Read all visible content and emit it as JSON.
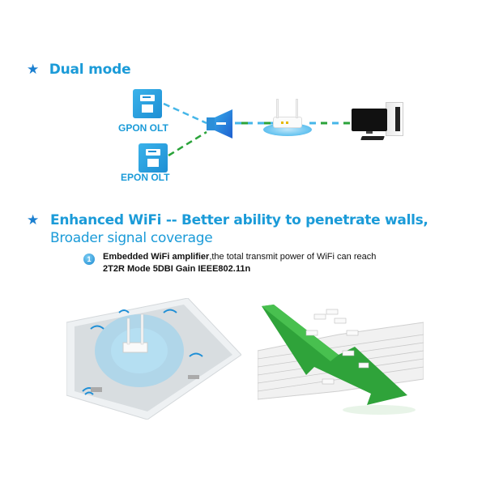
{
  "section_dual_mode": {
    "star": "★",
    "title": "Dual mode",
    "gpon_label": "GPON OLT",
    "epon_label": "EPON OLT",
    "colors": {
      "accent": "#1b9bd8",
      "line_blue": "#45b6e8",
      "line_green": "#2aa33a"
    }
  },
  "section_wifi": {
    "star": "★",
    "title_line1": "Enhanced WiFi -- Better ability to penetrate walls,",
    "title_line2": "Broader signal coverage",
    "bullet_number": "1",
    "feature_bold": "Embedded WiFi amplifier",
    "feature_text": ",the total transmit power of WiFi can reach",
    "feature_line2": "2T2R Mode 5DBI Gain IEEE802.11n"
  }
}
